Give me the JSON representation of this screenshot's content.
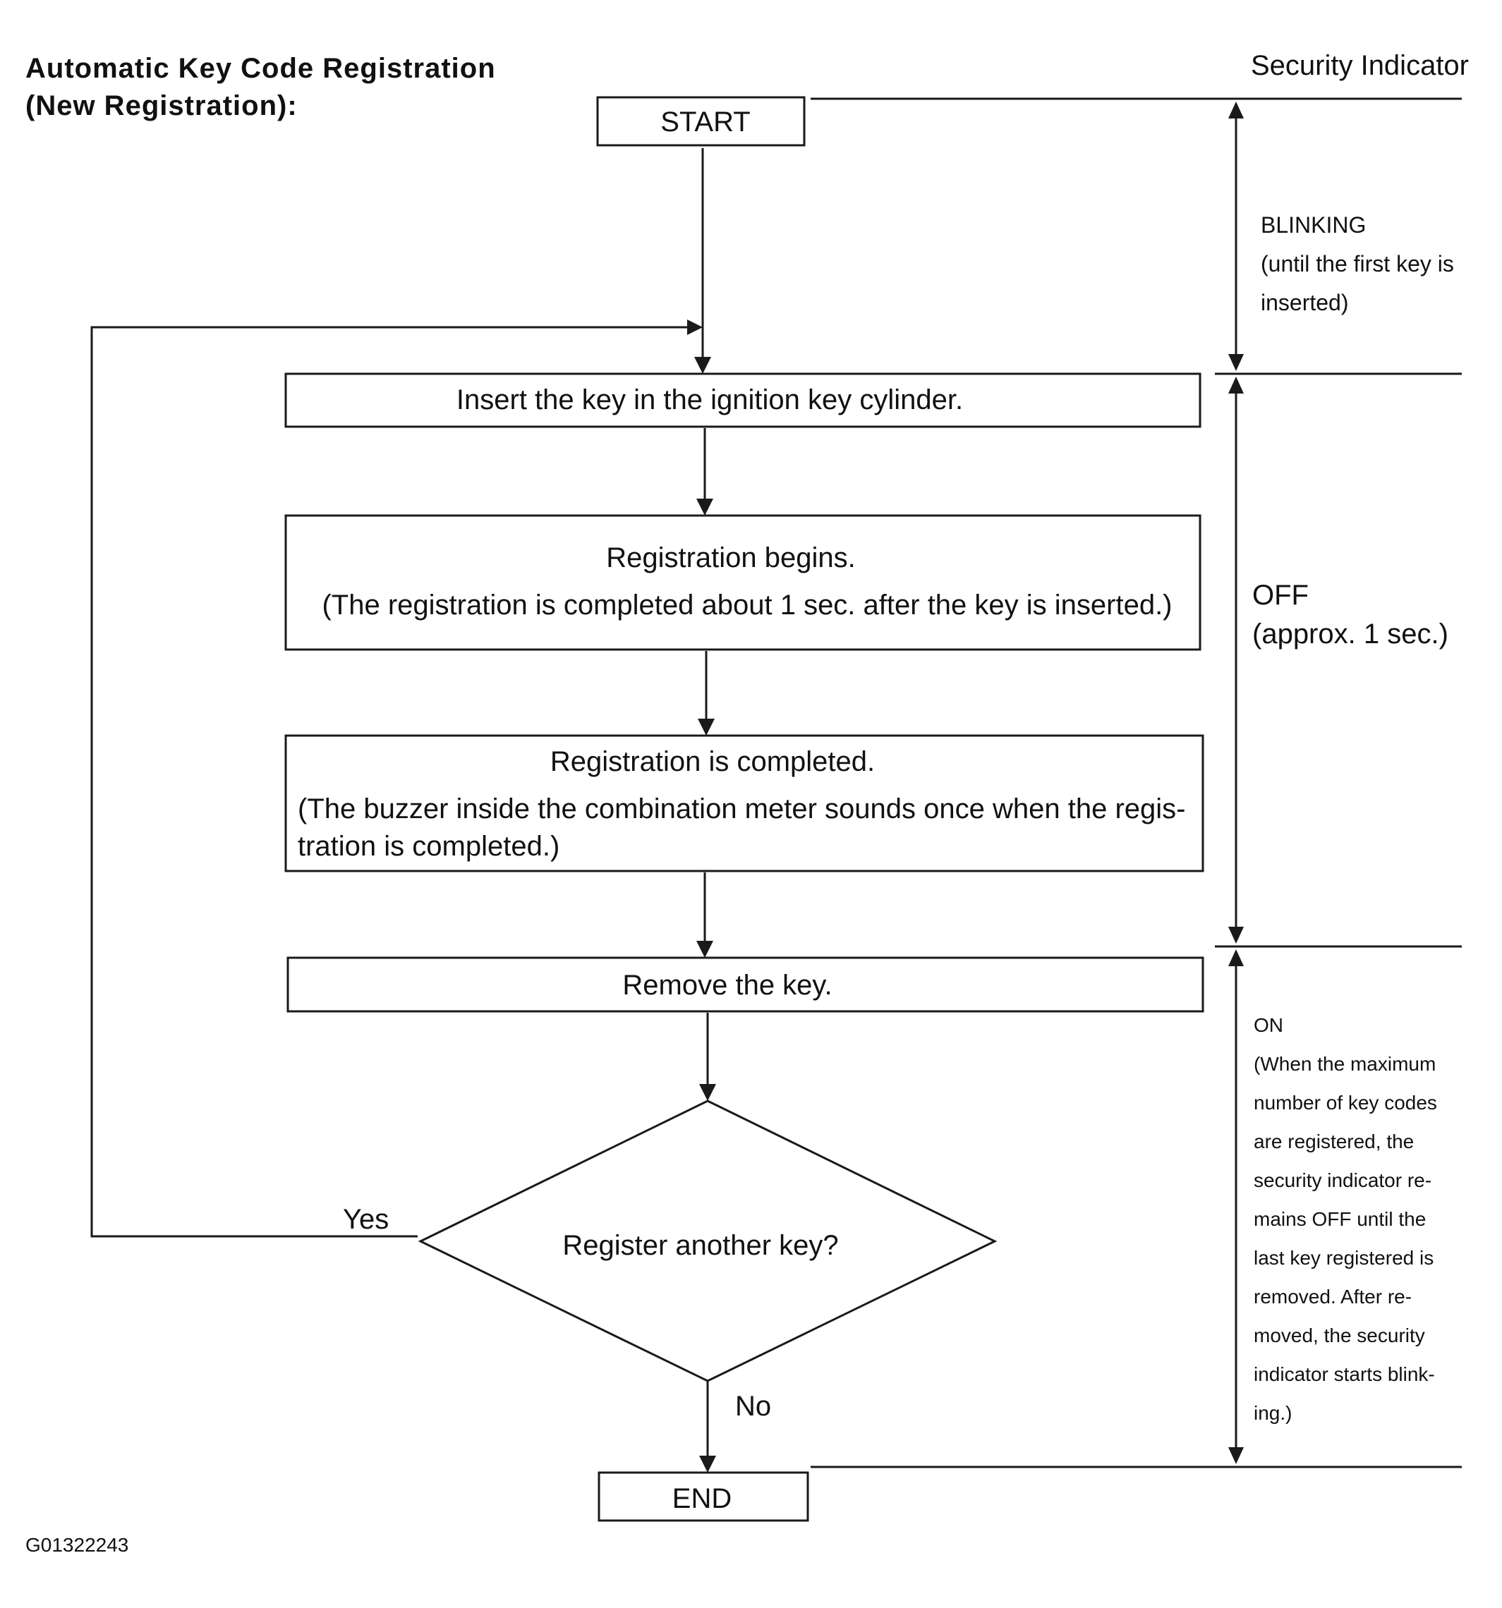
{
  "title": {
    "line1": "Automatic Key Code Registration",
    "line2": "(New Registration):"
  },
  "side_header": "Security Indicator",
  "flow": {
    "start": "START",
    "step1": "Insert the key in the ignition key cylinder.",
    "step2": {
      "line1": "Registration begins.",
      "line2": "(The registration is completed about 1 sec. after the key is inserted.)"
    },
    "step3": {
      "line1": "Registration is completed.",
      "line2": "(The buzzer inside the combination meter sounds once when the regis-",
      "line3": "tration is completed.)"
    },
    "step4": "Remove the key.",
    "decision": "Register another key?",
    "yes_label": "Yes",
    "no_label": "No",
    "end": "END"
  },
  "indicator": {
    "blinking": {
      "state": "BLINKING",
      "notes": [
        "(until the first key is",
        "inserted)"
      ]
    },
    "off": {
      "state": "OFF",
      "notes": [
        "(approx. 1 sec.)"
      ]
    },
    "on": {
      "state": "ON",
      "notes": [
        "(When the maximum",
        "number of key codes",
        "are registered, the",
        "security indicator re-",
        "mains OFF until the",
        "last key registered is",
        "removed. After re-",
        "moved, the security",
        "indicator starts blink-",
        "ing.)"
      ]
    }
  },
  "figure_id": "G01322243"
}
